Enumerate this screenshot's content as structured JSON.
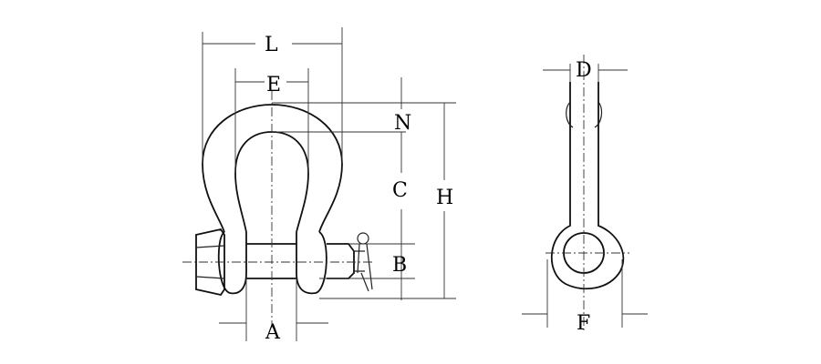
{
  "labels": {
    "L": "L",
    "E": "E",
    "N": "N",
    "C": "C",
    "H": "H",
    "B": "B",
    "A": "A",
    "D": "D",
    "F": "F"
  }
}
